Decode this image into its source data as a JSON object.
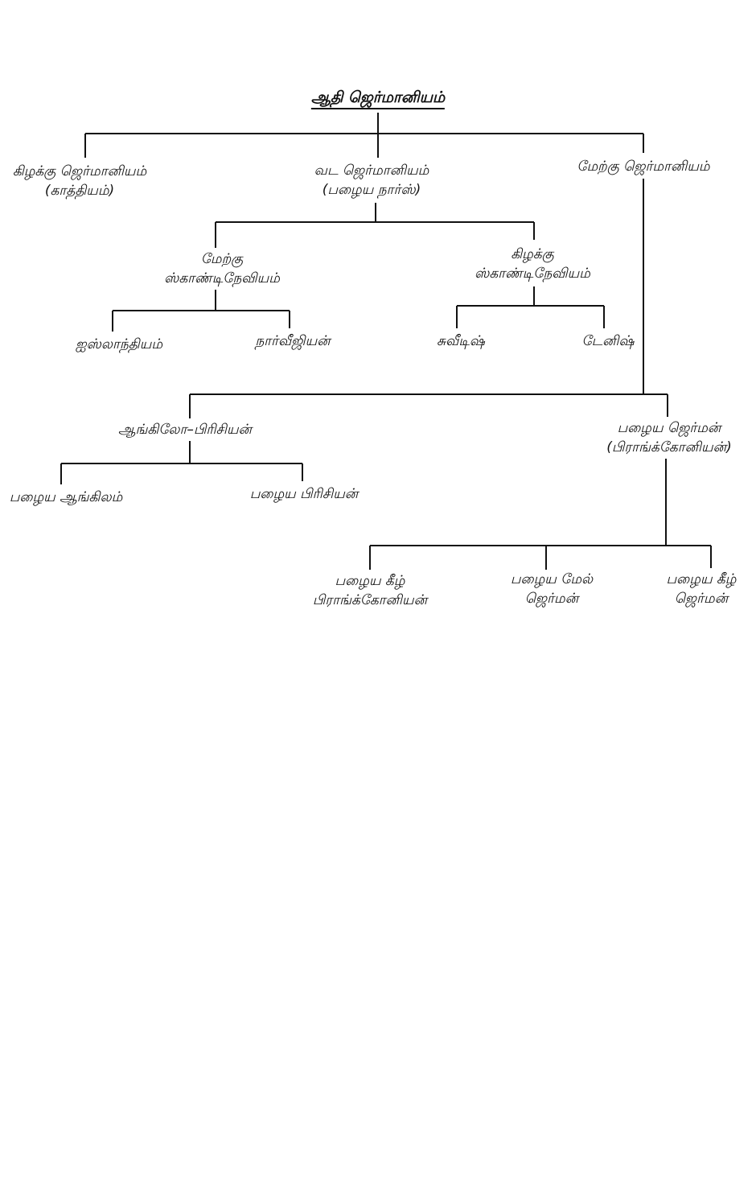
{
  "diagram": {
    "root": {
      "lines": [
        "ஆதி ஜெர்மானியம்"
      ]
    },
    "east_germanic": {
      "lines": [
        "கிழக்கு ஜெர்மானியம்",
        "(காத்தியம்)"
      ]
    },
    "north_germanic": {
      "lines": [
        "வட ஜெர்மானியம்",
        "(பழைய நார்ஸ்)"
      ]
    },
    "west_germanic": {
      "lines": [
        "மேற்கு ஜெர்மானியம்"
      ]
    },
    "west_scandinavian": {
      "lines": [
        "மேற்கு",
        "ஸ்காண்டிநேவியம்"
      ]
    },
    "east_scandinavian": {
      "lines": [
        "கிழக்கு",
        "ஸ்காண்டிநேவியம்"
      ]
    },
    "icelandic": {
      "lines": [
        "ஐஸ்லாந்தியம்"
      ]
    },
    "norwegian": {
      "lines": [
        "நார்வீஜியன்"
      ]
    },
    "swedish": {
      "lines": [
        "சுவீடிஷ்"
      ]
    },
    "danish": {
      "lines": [
        "டேனிஷ்"
      ]
    },
    "anglo_frisian": {
      "lines": [
        "ஆங்கிலோ–பிரிசியன்"
      ]
    },
    "old_german": {
      "lines": [
        "பழைய ஜெர்மன்",
        "(பிராங்க்கோனியன்)"
      ]
    },
    "old_english": {
      "lines": [
        "பழைய ஆங்கிலம்"
      ]
    },
    "old_frisian": {
      "lines": [
        "பழைய பிரிசியன்"
      ]
    },
    "old_low_franconian": {
      "lines": [
        "பழைய கீழ்",
        "பிராங்க்கோனியன்"
      ]
    },
    "old_high_german": {
      "lines": [
        "பழைய மேல்",
        "ஜெர்மன்"
      ]
    },
    "old_low_german": {
      "lines": [
        "பழைய கீழ்",
        "ஜெர்மன்"
      ]
    }
  }
}
